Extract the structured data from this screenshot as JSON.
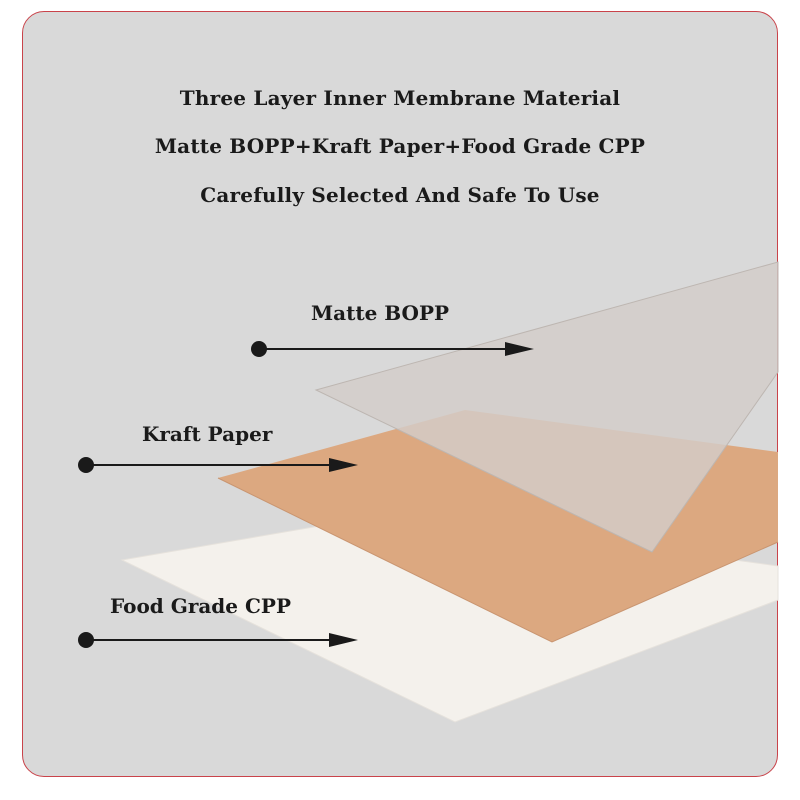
{
  "headings": {
    "line1": "Three Layer Inner Membrane Material",
    "line2": "Matte BOPP+Kraft Paper+Food Grade CPP",
    "line3": "Carefully Selected And Safe To Use"
  },
  "layers": [
    {
      "label": "Matte BOPP",
      "color": "#d3cdc9"
    },
    {
      "label": "Kraft Paper",
      "color": "#dca880"
    },
    {
      "label": "Food Grade CPP",
      "color": "#f4f1ec"
    }
  ],
  "colors": {
    "border": "#c9434a",
    "background": "#d9d9d9",
    "text": "#1a1a1a"
  }
}
